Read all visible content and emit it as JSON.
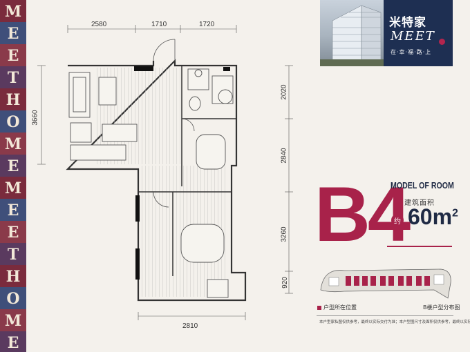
{
  "plan": {
    "dims_top": [
      "2580",
      "1710",
      "1720"
    ],
    "dim_left": "3660",
    "dims_right": [
      "2020",
      "2840",
      "3260",
      "920"
    ],
    "dim_bottom": "2810"
  },
  "brand": {
    "name_cn": "米特家",
    "name_en": "MEET",
    "tagline": "在·幸·福·路·上"
  },
  "unit": {
    "code": "B4",
    "title": "MODEL OF ROOM",
    "area_label": "建筑面积",
    "area_prefix": "约",
    "area_value": "60m",
    "area_unit_sup": "2"
  },
  "legend": {
    "location_label": "户型所在位置",
    "distribution_label": "B楼户型分布图"
  },
  "disclaimer": "本户型家私图仅供参考，最终以实际交付为准；本户型图尺寸及面积仅供参考，最终以实际交付为准。",
  "colors": {
    "accent": "#a8224a",
    "navy": "#1e2f52"
  },
  "strip_letters": [
    "M",
    "E",
    "E",
    "T",
    "H",
    "O",
    "M",
    "E",
    "M",
    "E",
    "E",
    "T",
    "H",
    "O",
    "M",
    "E"
  ]
}
